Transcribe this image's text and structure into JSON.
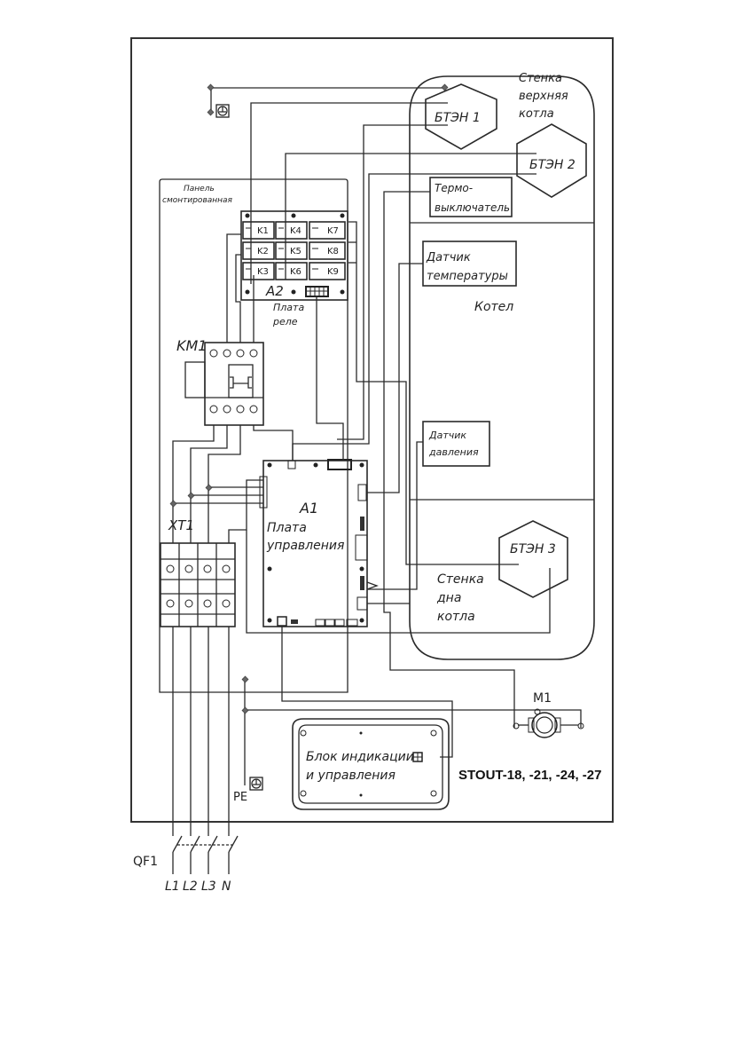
{
  "diagram": {
    "model_label": "STOUT-18, -21, -24, -27",
    "boiler": {
      "top_wall_label": [
        "Стенка",
        "верхняя",
        "котла"
      ],
      "body_label": "Котел",
      "bottom_wall_label": [
        "Стенка",
        "дна",
        "котла"
      ]
    },
    "heaters": [
      {
        "id": "btzn1",
        "label": "БТЭН 1"
      },
      {
        "id": "btzn2",
        "label": "БТЭН 2"
      },
      {
        "id": "btzn3",
        "label": "БТЭН 3"
      }
    ],
    "thermo_switch": {
      "label": [
        "Термо-",
        "выключатель"
      ]
    },
    "temp_sensor": {
      "label": [
        "Датчик",
        "температуры"
      ]
    },
    "pressure_sensor": {
      "label": [
        "Датчик",
        "давления"
      ]
    },
    "panel": {
      "label": [
        "Панель",
        "смонтированная"
      ]
    },
    "relay_board": {
      "id": "A2",
      "label": [
        "Плата",
        "реле"
      ],
      "relays": [
        "K1",
        "K4",
        "K7",
        "K2",
        "K5",
        "K8",
        "K3",
        "K6",
        "K9"
      ]
    },
    "contactor": {
      "id": "KM1"
    },
    "terminal_block": {
      "id": "XT1"
    },
    "control_board": {
      "id": "A1",
      "label": [
        "Плата",
        "управления"
      ]
    },
    "display_unit": {
      "label": [
        "Блок индикации",
        "и управления"
      ]
    },
    "pump": {
      "id": "M1"
    },
    "ground": {
      "label": "PE"
    },
    "breaker": {
      "id": "QF1",
      "lines": [
        "L1",
        "L2",
        "L3",
        "N"
      ]
    }
  }
}
